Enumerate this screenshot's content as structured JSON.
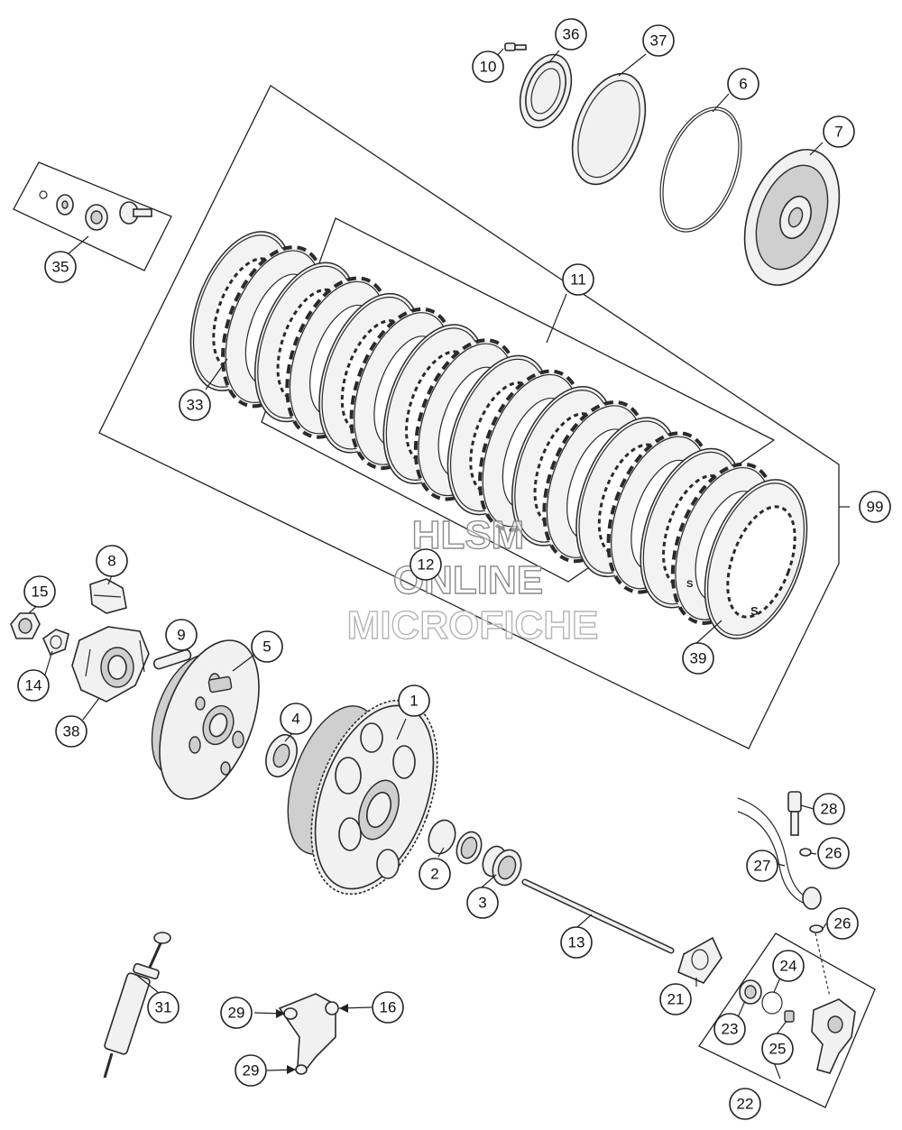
{
  "callouts": {
    "c1": "1",
    "c2": "2",
    "c3": "3",
    "c4": "4",
    "c5": "5",
    "c6": "6",
    "c7": "7",
    "c8": "8",
    "c9": "9",
    "c10": "10",
    "c11": "11",
    "c12": "12",
    "c13": "13",
    "c14": "14",
    "c15": "15",
    "c16": "16",
    "c21": "21",
    "c22": "22",
    "c23": "23",
    "c24": "24",
    "c25": "25",
    "c26a": "26",
    "c26b": "26",
    "c27": "27",
    "c28": "28",
    "c29a": "29",
    "c29b": "29",
    "c31": "31",
    "c33": "33",
    "c35": "35",
    "c36": "36",
    "c37": "37",
    "c38": "38",
    "c39": "39",
    "c99": "99"
  },
  "watermark": {
    "line1": "HLSM",
    "line2": "ONLINE",
    "line3": "MICROFICHE"
  },
  "plate_marks": {
    "s1": "S",
    "s2": "S"
  }
}
